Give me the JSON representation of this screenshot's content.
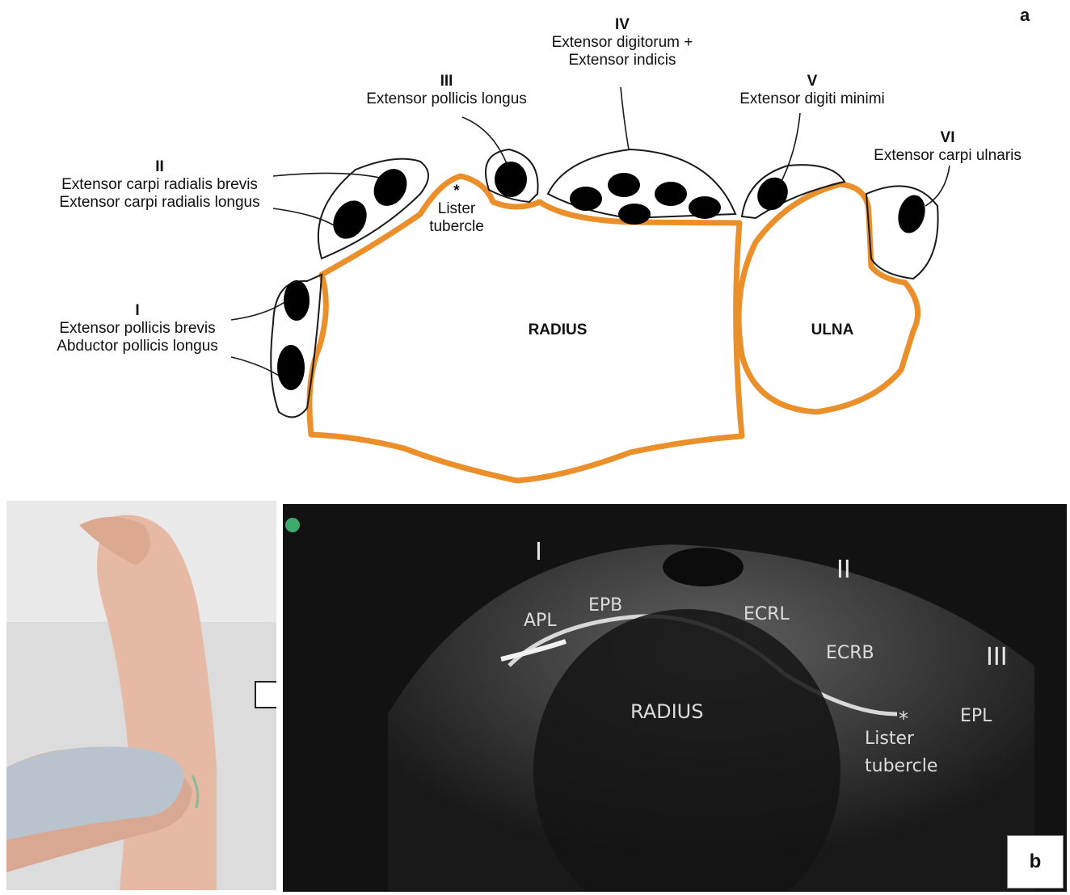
{
  "panel_a": {
    "letter": "a",
    "compartments": [
      {
        "id": "I",
        "lines": [
          "Extensor pollicis brevis",
          "Abductor pollicis longus"
        ]
      },
      {
        "id": "II",
        "lines": [
          "Extensor carpi radialis brevis",
          "Extensor carpi radialis longus"
        ]
      },
      {
        "id": "III",
        "lines": [
          "Extensor pollicis longus"
        ]
      },
      {
        "id": "IV",
        "lines": [
          "Extensor digitorum +",
          "Extensor indicis"
        ]
      },
      {
        "id": "V",
        "lines": [
          "Extensor digiti minimi"
        ]
      },
      {
        "id": "VI",
        "lines": [
          "Extensor carpi ulnaris"
        ]
      }
    ],
    "lister": {
      "star": "*",
      "lines": [
        "Lister",
        "tubercle"
      ]
    },
    "radius": "RADIUS",
    "ulna": "ULNA",
    "colors": {
      "bone_outline": "#ea8f2a",
      "tendon": "#000000",
      "sheath": "#1a1a1a"
    }
  },
  "panel_b": {
    "letter": "b",
    "compartment_numerals": [
      "I",
      "II",
      "III"
    ],
    "tendon_labels": [
      "APL",
      "EPB",
      "ECRL",
      "ECRB",
      "EPL"
    ],
    "radius": "RADIUS",
    "lister": {
      "star": "*",
      "lines": [
        "Lister",
        "tubercle"
      ]
    },
    "arrow_icon": "right-arrow-icon"
  }
}
